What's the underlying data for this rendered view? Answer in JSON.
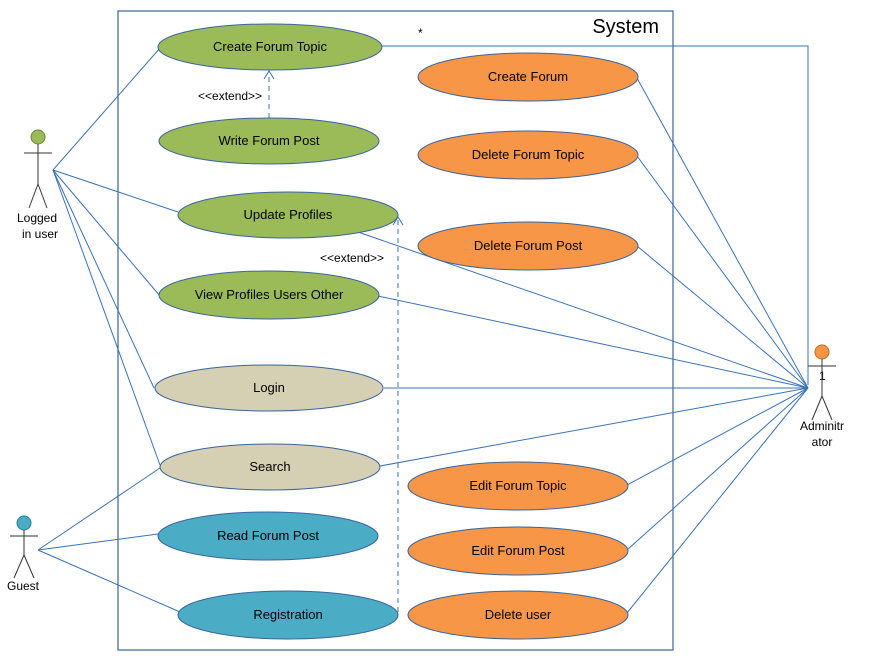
{
  "system": {
    "label": "System"
  },
  "actors": {
    "logged_in": {
      "label_lines": [
        "Logged",
        "in user"
      ]
    },
    "guest": {
      "label_lines": [
        "Guest"
      ]
    },
    "admin": {
      "label_lines": [
        "Adminitr",
        "ator"
      ]
    }
  },
  "multiplicity": {
    "star": "*",
    "one": "1"
  },
  "stereotypes": {
    "extend": "<<extend>>"
  },
  "use_cases": {
    "create_forum_topic": "Create Forum Topic",
    "write_forum_post": "Write Forum Post",
    "update_profiles": "Update Profiles",
    "view_profiles": "View Profiles Users Other",
    "login": "Login",
    "search": "Search",
    "read_forum_post": "Read Forum Post",
    "registration": "Registration",
    "create_forum": "Create Forum",
    "delete_forum_topic": "Delete Forum Topic",
    "delete_forum_post": "Delete Forum Post",
    "edit_forum_topic": "Edit Forum Topic",
    "edit_forum_post": "Edit Forum Post",
    "delete_user": "Delete user"
  },
  "colors": {
    "green": "#9bbb59",
    "tan": "#d5cfb3",
    "teal": "#4bacc6",
    "orange": "#f79646",
    "line": "#3a72b8",
    "border": "#3a64a0"
  }
}
